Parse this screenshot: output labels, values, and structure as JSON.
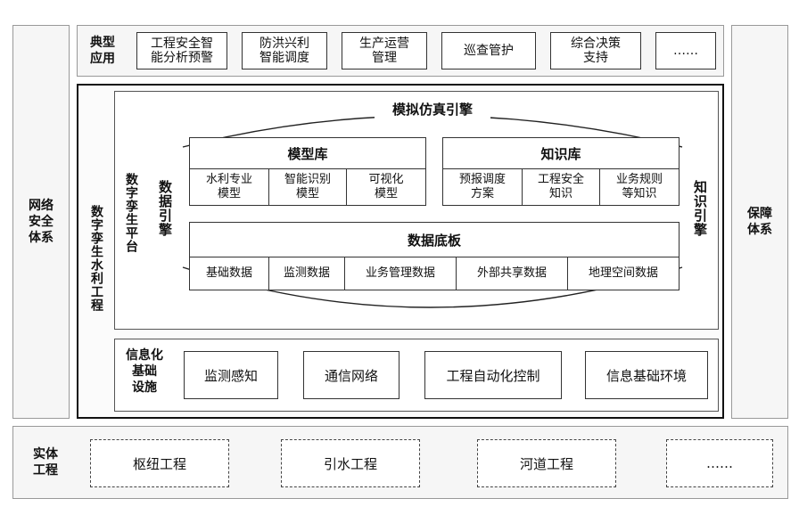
{
  "typical_apps": {
    "label": "典型\n应用",
    "items": [
      "工程安全智\n能分析预警",
      "防洪兴利\n智能调度",
      "生产运营\n管理",
      "巡查管护",
      "综合决策\n支持",
      "……"
    ]
  },
  "left_side": "网络\n安全\n体系",
  "right_side": "保障\n体系",
  "twin_water": "数字孪生水利工程",
  "twin_platform": "数字孪生平台",
  "sim_engine": "模拟仿真引擎",
  "data_engine": "数据引擎",
  "knowledge_engine": "知识引擎",
  "model_lib": {
    "title": "模型库",
    "items": [
      "水利专业\n模型",
      "智能识别\n模型",
      "可视化\n模型"
    ]
  },
  "knowledge_lib": {
    "title": "知识库",
    "items": [
      "预报调度\n方案",
      "工程安全\n知识",
      "业务规则\n等知识"
    ]
  },
  "data_base": {
    "title": "数据底板",
    "items": [
      "基础数据",
      "监测数据",
      "业务管理数据",
      "外部共享数据",
      "地理空间数据"
    ]
  },
  "info_infra": {
    "label": "信息化\n基础\n设施",
    "items": [
      "监测感知",
      "通信网络",
      "工程自动化控制",
      "信息基础环境"
    ]
  },
  "physical": {
    "label": "实体\n工程",
    "items": [
      "枢纽工程",
      "引水工程",
      "河道工程",
      "……"
    ]
  }
}
